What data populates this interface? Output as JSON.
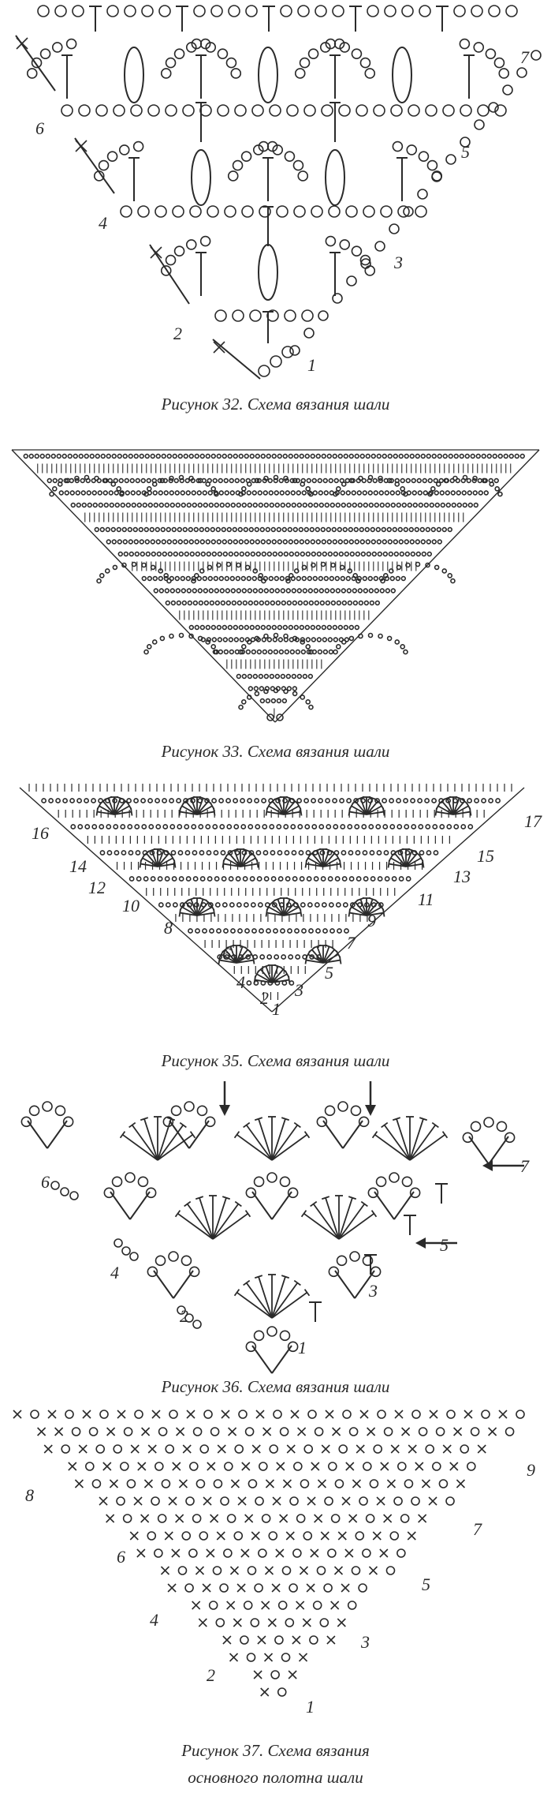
{
  "figures": [
    {
      "id": "fig32",
      "caption": "Рисунок 32. Схема вязания шали",
      "row_numbers": [
        "1",
        "2",
        "3",
        "4",
        "5",
        "6",
        "7"
      ]
    },
    {
      "id": "fig33",
      "caption": "Рисунок 33. Схема вязания шали",
      "row_numbers": []
    },
    {
      "id": "fig35",
      "caption": "Рисунок 35. Схема вязания шали",
      "row_numbers": [
        "1",
        "2",
        "3",
        "4",
        "5",
        "6",
        "7",
        "8",
        "9",
        "10",
        "11",
        "12",
        "13",
        "14",
        "15",
        "16",
        "17"
      ]
    },
    {
      "id": "fig36",
      "caption": "Рисунок 36. Схема вязания шали",
      "row_numbers": [
        "1",
        "2",
        "3",
        "4",
        "5",
        "6",
        "7"
      ]
    },
    {
      "id": "fig37",
      "caption_line1": "Рисунок 37. Схема вязания",
      "caption_line2": "основного полотна шали",
      "row_numbers": [
        "1",
        "2",
        "3",
        "4",
        "5",
        "6",
        "7",
        "8",
        "9"
      ]
    }
  ],
  "colors": {
    "ink": "#2a2a2a",
    "background": "#ffffff"
  }
}
